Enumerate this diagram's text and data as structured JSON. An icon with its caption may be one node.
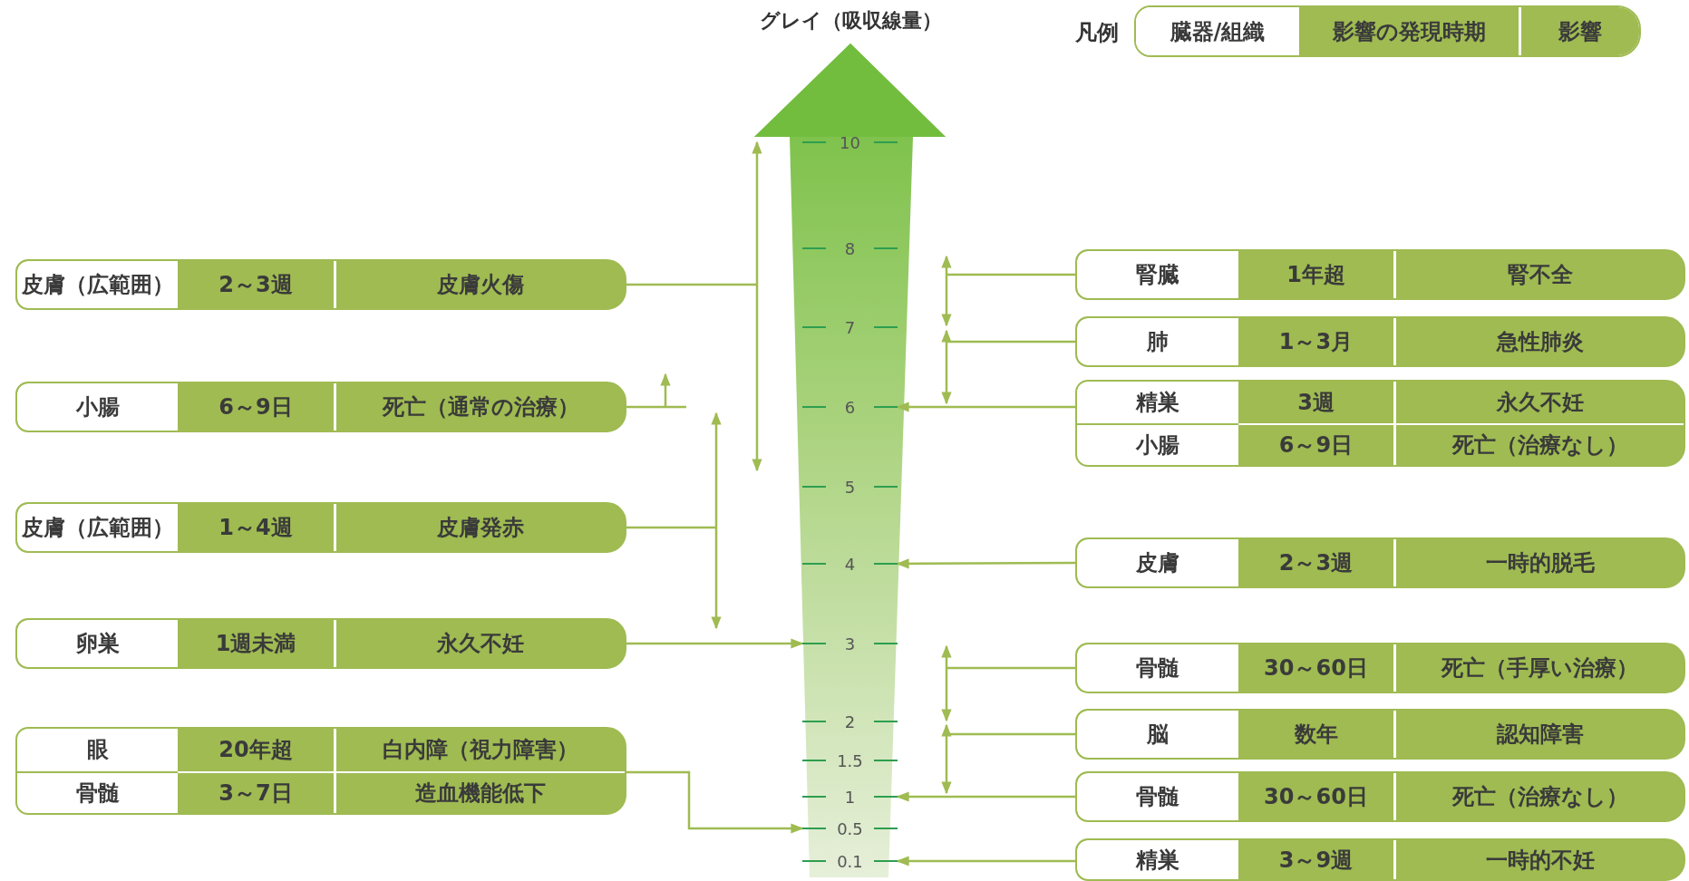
{
  "diagram": {
    "title": "グレイ（吸収線量）",
    "nodes": [
      {
        "text": [
          "皮膚（広範囲）",
          "2～3週",
          "皮膚火傷"
        ]
      },
      {
        "text": [
          "小腸",
          "6～9日",
          "死亡（通常の治療）"
        ]
      },
      {
        "text": [
          "皮膚（広範囲）",
          "1～4週",
          "皮膚発赤"
        ]
      },
      {
        "text": [
          "卵巣",
          "1週未満",
          "永久不妊"
        ]
      },
      {
        "text": [
          "眼",
          "20年超",
          "白内障（視力障害）",
          "骨髄",
          "3～7日",
          "造血機能低下"
        ]
      },
      {
        "text": [
          "腎臓",
          "1年超",
          "腎不全"
        ]
      },
      {
        "text": [
          "肺",
          "1～3月",
          "急性肺炎"
        ]
      },
      {
        "text": [
          "精巣",
          "3週",
          "永久不妊",
          "小腸",
          "6～9日",
          "死亡（治療なし）"
        ]
      },
      {
        "text": [
          "皮膚",
          "2～3週",
          "一時的脱毛"
        ]
      },
      {
        "text": [
          "骨髄",
          "30～60日",
          "死亡（手厚い治療）"
        ]
      },
      {
        "text": [
          "脳",
          "数年",
          "認知障害"
        ]
      },
      {
        "text": [
          "骨髄",
          "30～60日",
          "死亡（治療なし）"
        ]
      },
      {
        "text": [
          "精巣",
          "3～9週",
          "一時的不妊"
        ]
      },
      {
        "text": [
          "10"
        ]
      },
      {
        "text": [
          "8"
        ]
      },
      {
        "text": [
          "7"
        ]
      },
      {
        "text": [
          "6"
        ]
      },
      {
        "text": [
          "5"
        ]
      },
      {
        "text": [
          "4"
        ]
      },
      {
        "text": [
          "3"
        ]
      },
      {
        "text": [
          "2"
        ]
      },
      {
        "text": [
          "1.5"
        ]
      },
      {
        "text": [
          "1"
        ]
      },
      {
        "text": [
          "0.5"
        ]
      },
      {
        "text": [
          "0.1"
        ]
      }
    ],
    "edges": [
      {
        "from": 0,
        "to": null,
        "arrow": "none"
      },
      {
        "from": 1,
        "to": null,
        "arrow": "to"
      },
      {
        "from": 2,
        "to": null,
        "arrow": "none"
      },
      {
        "from": 3,
        "to": 19,
        "arrow": "to"
      },
      {
        "from": 4,
        "to": 23,
        "arrow": "to"
      },
      {
        "from": 5,
        "to": null,
        "arrow": "none"
      },
      {
        "from": 6,
        "to": null,
        "arrow": "none"
      },
      {
        "from": 7,
        "to": 16,
        "arrow": "to"
      },
      {
        "from": 8,
        "to": 18,
        "arrow": "to"
      },
      {
        "from": 9,
        "to": null,
        "arrow": "none"
      },
      {
        "from": 10,
        "to": null,
        "arrow": "none"
      },
      {
        "from": 11,
        "to": 22,
        "arrow": "to"
      },
      {
        "from": 12,
        "to": 24,
        "arrow": "to"
      }
    ],
    "labels": [
      "凡例"
    ],
    "legend": [
      {
        "text": "臓器/組織",
        "color": "#ffffff"
      },
      {
        "text": "影響の発現時期",
        "color": "#9fbb52"
      },
      {
        "text": "影響",
        "color": "#9fbb52"
      }
    ]
  }
}
